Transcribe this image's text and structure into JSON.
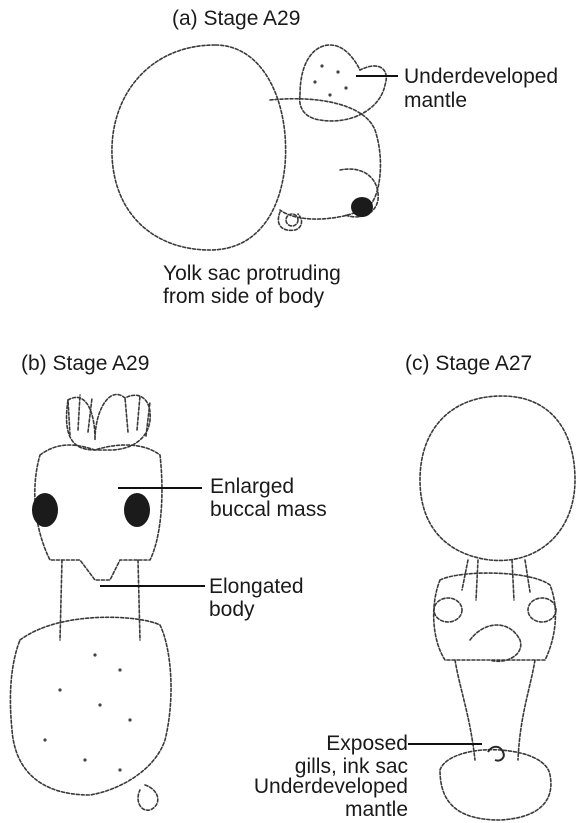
{
  "panels": {
    "a": {
      "title": "(a) Stage A29",
      "label_mantle_1": "Underdeveloped",
      "label_mantle_2": "mantle",
      "label_yolk_1": "Yolk sac protruding",
      "label_yolk_2": "from side of body"
    },
    "b": {
      "title": "(b) Stage A29",
      "label_buccal_1": "Enlarged",
      "label_buccal_2": "buccal mass",
      "label_body_1": "Elongated",
      "label_body_2": "body"
    },
    "c": {
      "title": "(c) Stage A27",
      "label_gills_1": "Exposed",
      "label_gills_2": "gills, ink sac",
      "label_mantle_1": "Underdeveloped",
      "label_mantle_2": "mantle"
    }
  }
}
